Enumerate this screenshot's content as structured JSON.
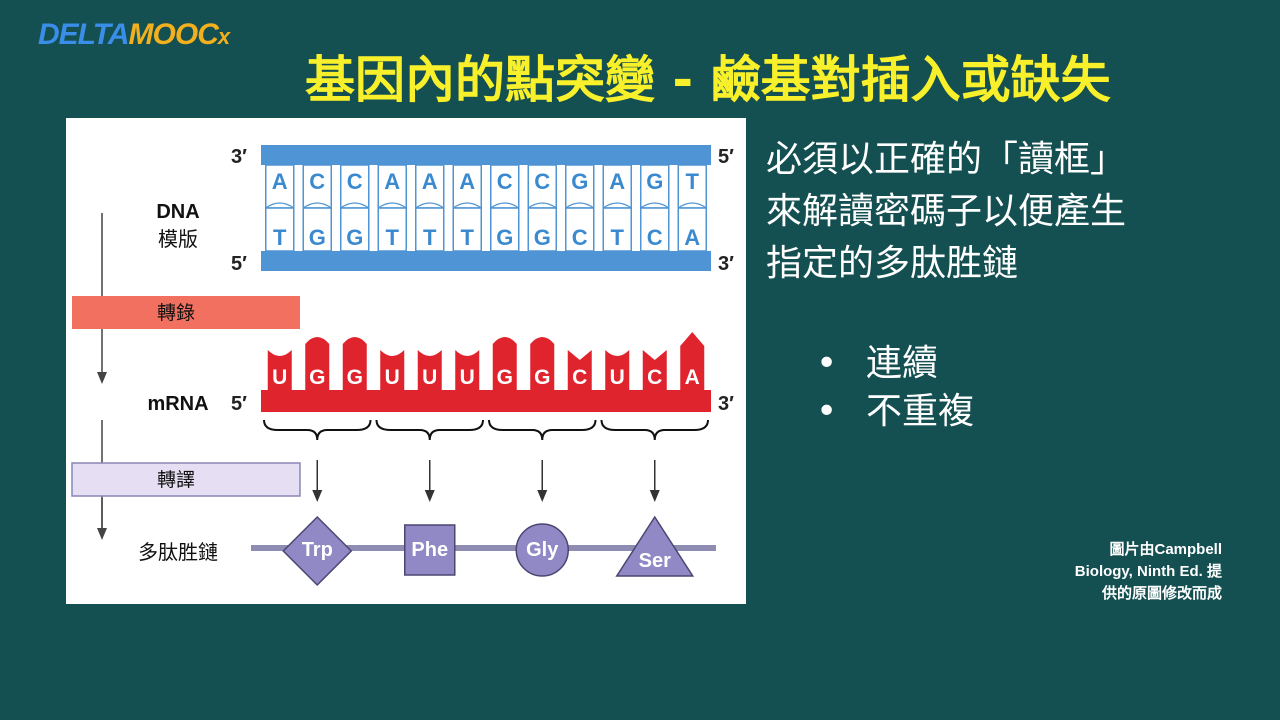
{
  "logo": {
    "part1": "DELTA",
    "part2": "MOOC",
    "part3": "x"
  },
  "title": "基因內的點突變 - 鹼基對插入或缺失",
  "figure": {
    "dna": {
      "label1": "DNA",
      "label2": "模版",
      "top_left": "3′",
      "top_right": "5′",
      "bottom_left": "5′",
      "bottom_right": "3′",
      "top_bases": [
        "A",
        "C",
        "C",
        "A",
        "A",
        "A",
        "C",
        "C",
        "G",
        "A",
        "G",
        "T"
      ],
      "bottom_bases": [
        "T",
        "G",
        "G",
        "T",
        "T",
        "T",
        "G",
        "G",
        "C",
        "T",
        "C",
        "A"
      ]
    },
    "transcription": "轉錄",
    "mrna": {
      "label": "mRNA",
      "left": "5′",
      "right": "3′",
      "bases": [
        "U",
        "G",
        "G",
        "U",
        "U",
        "U",
        "G",
        "G",
        "C",
        "U",
        "C",
        "A"
      ]
    },
    "translation": "轉譯",
    "polypeptide": {
      "label": "多肽胜鏈",
      "amino_acids": [
        "Trp",
        "Phe",
        "Gly",
        "Ser"
      ]
    }
  },
  "right_text": {
    "lines": [
      "必須以正確的「讀框」",
      "來解讀密碼子以便產生",
      "指定的多肽胜鏈"
    ],
    "bullets": [
      "連續",
      "不重複"
    ]
  },
  "credit": {
    "lines": [
      "圖片由Campbell",
      "Biology,  Ninth Ed. 提",
      "供的原圖修改而成"
    ]
  }
}
